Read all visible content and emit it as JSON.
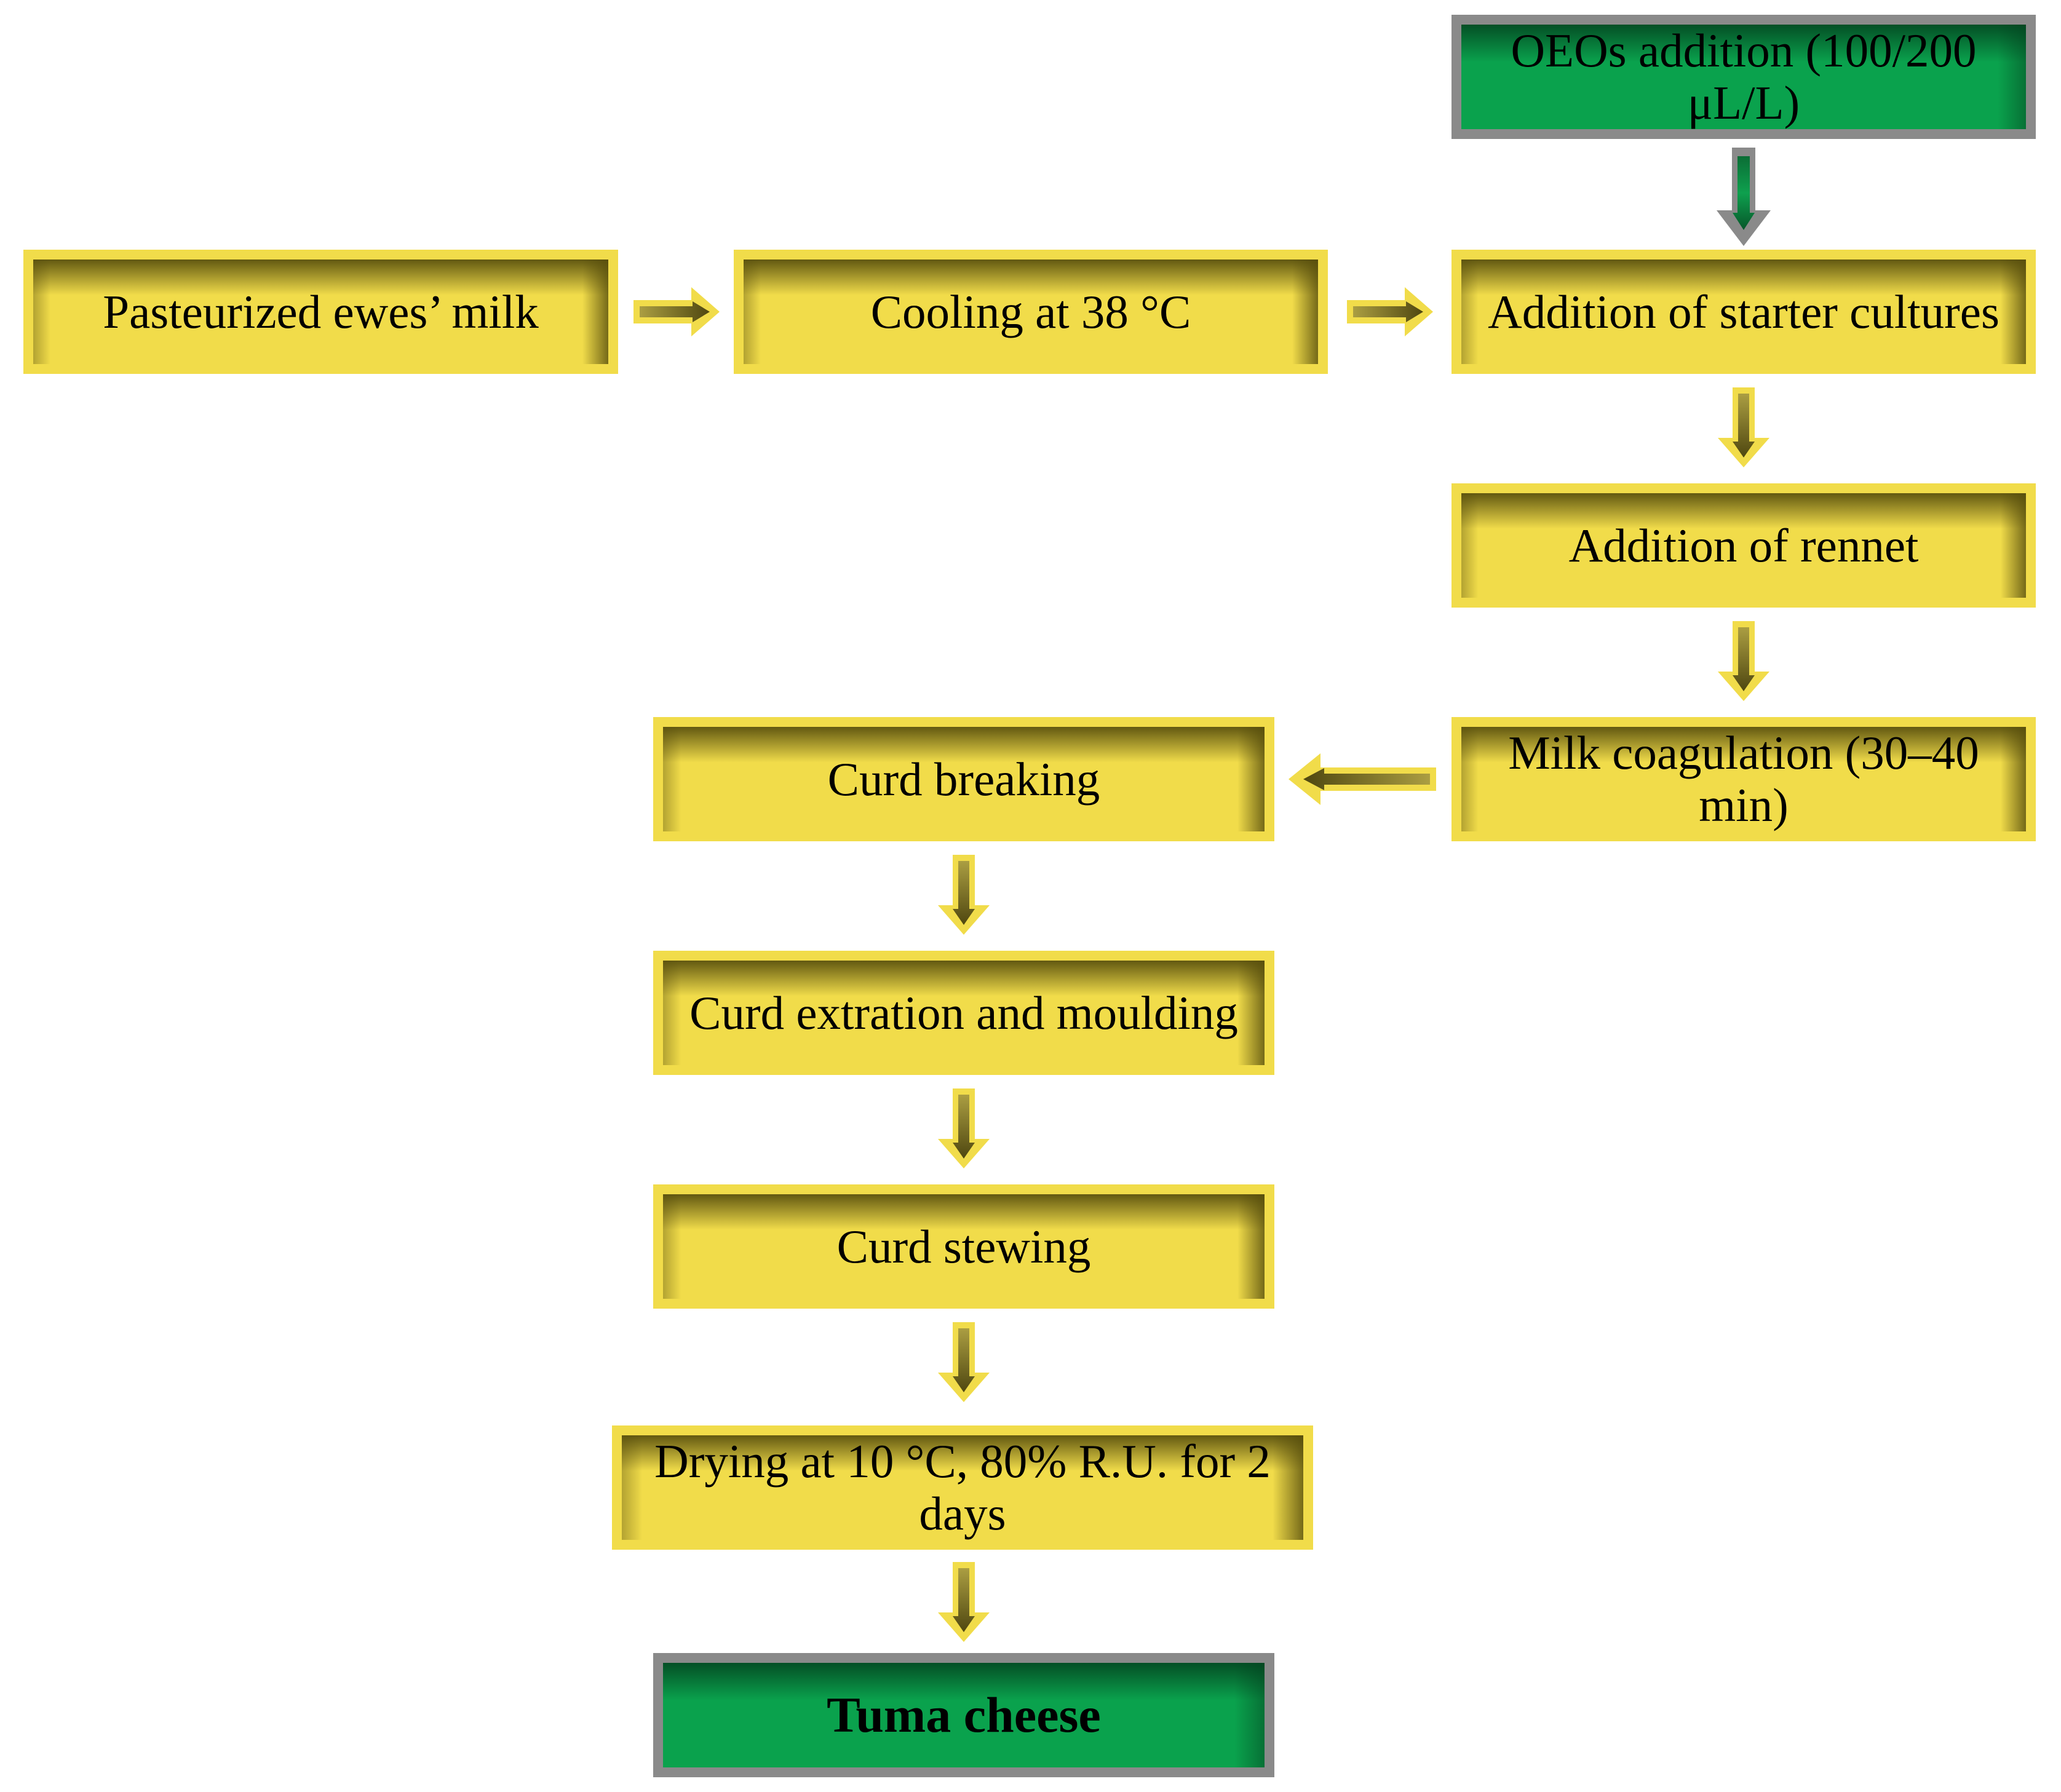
{
  "flowchart": {
    "nodes": [
      {
        "id": "oeos-addition",
        "label": "OEOs addition (100/200 μL/L)",
        "variant": "green"
      },
      {
        "id": "pasteurized-milk",
        "label": "Pasteurized ewes’ milk",
        "variant": "yellow"
      },
      {
        "id": "cooling",
        "label": "Cooling at 38 °C",
        "variant": "yellow"
      },
      {
        "id": "starter-cultures",
        "label": "Addition of starter cultures",
        "variant": "yellow"
      },
      {
        "id": "rennet",
        "label": "Addition of rennet",
        "variant": "yellow"
      },
      {
        "id": "milk-coagulation",
        "label": "Milk coagulation (30–40 min)",
        "variant": "yellow"
      },
      {
        "id": "curd-breaking",
        "label": "Curd breaking",
        "variant": "yellow"
      },
      {
        "id": "curd-extraction-moulding",
        "label": "Curd extration and moulding",
        "variant": "yellow"
      },
      {
        "id": "curd-stewing",
        "label": "Curd stewing",
        "variant": "yellow"
      },
      {
        "id": "drying",
        "label": "Drying at 10 °C, 80% R.U. for 2 days",
        "variant": "yellow"
      },
      {
        "id": "tuma-cheese",
        "label": "Tuma cheese",
        "variant": "green-final"
      }
    ],
    "edges": [
      {
        "from": "oeos-addition",
        "to": "starter-cultures",
        "direction": "down",
        "style": "gray-green"
      },
      {
        "from": "pasteurized-milk",
        "to": "cooling",
        "direction": "right",
        "style": "yellow"
      },
      {
        "from": "cooling",
        "to": "starter-cultures",
        "direction": "right",
        "style": "yellow"
      },
      {
        "from": "starter-cultures",
        "to": "rennet",
        "direction": "down",
        "style": "yellow"
      },
      {
        "from": "rennet",
        "to": "milk-coagulation",
        "direction": "down",
        "style": "yellow"
      },
      {
        "from": "milk-coagulation",
        "to": "curd-breaking",
        "direction": "left",
        "style": "yellow"
      },
      {
        "from": "curd-breaking",
        "to": "curd-extraction-moulding",
        "direction": "down",
        "style": "yellow"
      },
      {
        "from": "curd-extraction-moulding",
        "to": "curd-stewing",
        "direction": "down",
        "style": "yellow"
      },
      {
        "from": "curd-stewing",
        "to": "drying",
        "direction": "down",
        "style": "yellow"
      },
      {
        "from": "drying",
        "to": "tuma-cheese",
        "direction": "down",
        "style": "yellow"
      }
    ],
    "colors": {
      "box_yellow": "#F1DC4A",
      "box_green": "#0AA24D",
      "border_gray": "#8A8A8A",
      "shadow_olive": "#564D0C",
      "stripe_olive_light": "#AB9E42",
      "stripe_olive_dark": "#4F4710",
      "stripe_green": "#0EA04E",
      "text": "#000000",
      "background": "#FFFFFF"
    }
  }
}
